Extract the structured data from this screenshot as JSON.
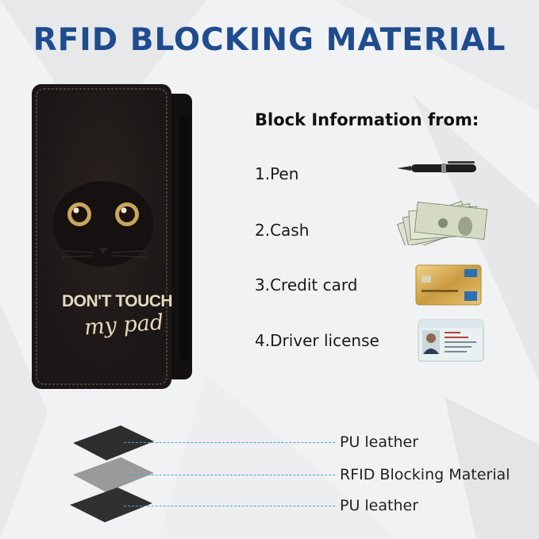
{
  "headline": "RFID BLOCKING MATERIAL",
  "product": {
    "slogan_line1": "DON'T TOUCH",
    "slogan_line2": "my pad"
  },
  "block_info": {
    "heading": "Block Information from:",
    "items": [
      {
        "label": "1.Pen",
        "icon": "pen-icon"
      },
      {
        "label": "2.Cash",
        "icon": "cash-icon"
      },
      {
        "label": "3.Credit card",
        "icon": "credit-card-icon"
      },
      {
        "label": "4.Driver license",
        "icon": "driver-license-icon"
      }
    ]
  },
  "layers": [
    {
      "label": "PU leather"
    },
    {
      "label": "RFID Blocking Material"
    },
    {
      "label": "PU leather"
    }
  ],
  "colors": {
    "headline": "#1f4b8f",
    "wallet": "#1b1716",
    "eyes": "#c9a55e",
    "slogan": "#e7d9be",
    "dashed_line": "#4aa3d8",
    "pu_leather": "#2e2e2e",
    "rfid_material": "#9a9a9a"
  }
}
